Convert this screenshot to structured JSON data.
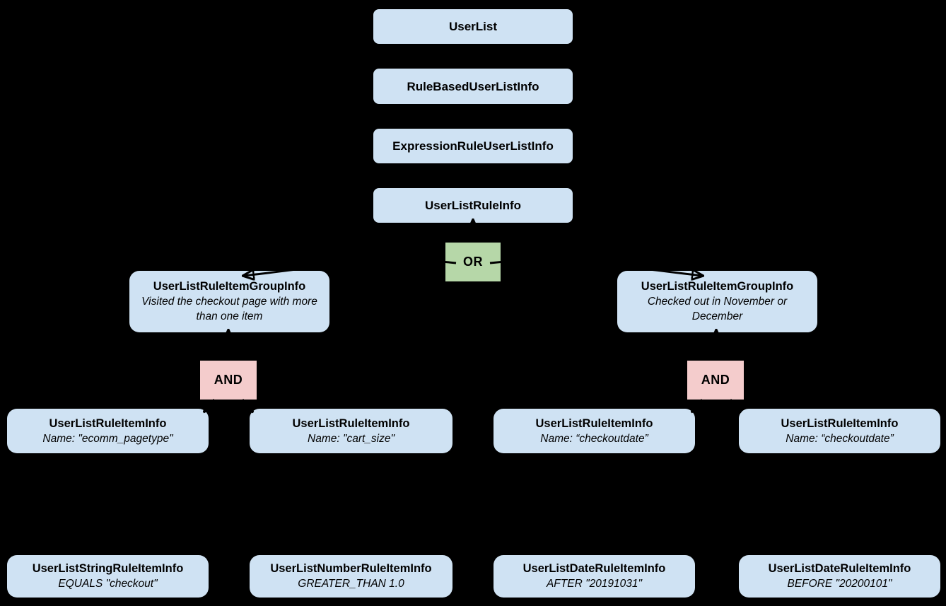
{
  "diagram": {
    "description": "UserList rule hierarchy tree",
    "colors": {
      "background": "#000000",
      "node_fill": "#cfe2f3",
      "or_fill": "#b6d7a8",
      "and_fill": "#f4cccc",
      "text": "#000000",
      "connector": "#000000"
    },
    "operators": {
      "or": "OR",
      "and_left": "AND",
      "and_right": "AND"
    },
    "nodes": {
      "user_list": {
        "title": "UserList"
      },
      "rule_based_user_list_info": {
        "title": "RuleBasedUserListInfo"
      },
      "expression_rule_user_list_info": {
        "title": "ExpressionRuleUserListInfo"
      },
      "user_list_rule_info": {
        "title": "UserListRuleInfo"
      },
      "group_left": {
        "title": "UserListRuleItemGroupInfo",
        "subtitle": "Visited the checkout page with more than one item"
      },
      "group_right": {
        "title": "UserListRuleItemGroupInfo",
        "subtitle": "Checked out in November or December"
      },
      "item_ecomm_pagetype": {
        "title": "UserListRuleItemInfo",
        "subtitle": "Name: \"ecomm_pagetype\""
      },
      "item_cart_size": {
        "title": "UserListRuleItemInfo",
        "subtitle": "Name: \"cart_size\""
      },
      "item_checkoutdate_1": {
        "title": "UserListRuleItemInfo",
        "subtitle": "Name: “checkoutdate”"
      },
      "item_checkoutdate_2": {
        "title": "UserListRuleItemInfo",
        "subtitle": "Name: “checkoutdate”"
      },
      "leaf_string": {
        "title": "UserListStringRuleItemInfo",
        "subtitle": "EQUALS \"checkout\""
      },
      "leaf_number": {
        "title": "UserListNumberRuleItemInfo",
        "subtitle": "GREATER_THAN 1.0"
      },
      "leaf_date_after": {
        "title": "UserListDateRuleItemInfo",
        "subtitle": "AFTER \"20191031\""
      },
      "leaf_date_before": {
        "title": "UserListDateRuleItemInfo",
        "subtitle": "BEFORE \"20200101\""
      }
    }
  }
}
